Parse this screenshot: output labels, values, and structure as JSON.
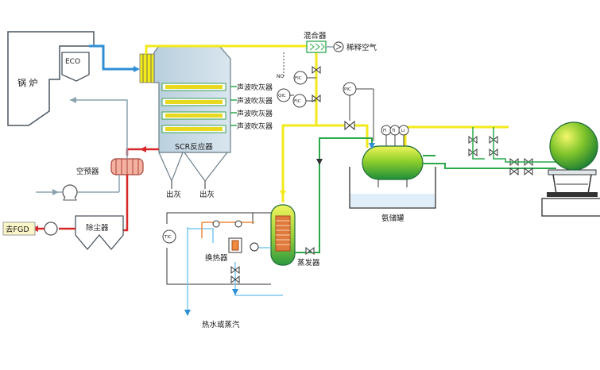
{
  "labels": {
    "boiler": "锅 炉",
    "eco": "ECO",
    "scr_reactor": "SCR反应器",
    "sonic_blower": "声波吹灰器",
    "ash_out": "出灰",
    "air_preheater": "空预器",
    "dust_collector": "除尘器",
    "to_fgd": "去FGD",
    "mixer": "混合器",
    "dilution_air": "稀释空气",
    "ammonia_tank": "氨储罐",
    "evaporator": "蒸发器",
    "heat_exchanger": "换热器",
    "hot_water_steam": "热水或蒸汽",
    "no_tag": "NO",
    "fic": "FIC",
    "qic": "QIC",
    "tic": "TIC",
    "pic": "PIC",
    "fi": "FI",
    "ti": "TI",
    "li": "LI"
  },
  "colors": {
    "gas_blue": "#2f8fd6",
    "light_blue": "#7cc8f0",
    "ammonia_yellow": "#f2ea1c",
    "green_line": "#2aa84a",
    "hot_red": "#d62828",
    "orange": "#f08a3c",
    "gray_line": "#8aa2ad",
    "equipment_blue": "#cfe0ec"
  }
}
